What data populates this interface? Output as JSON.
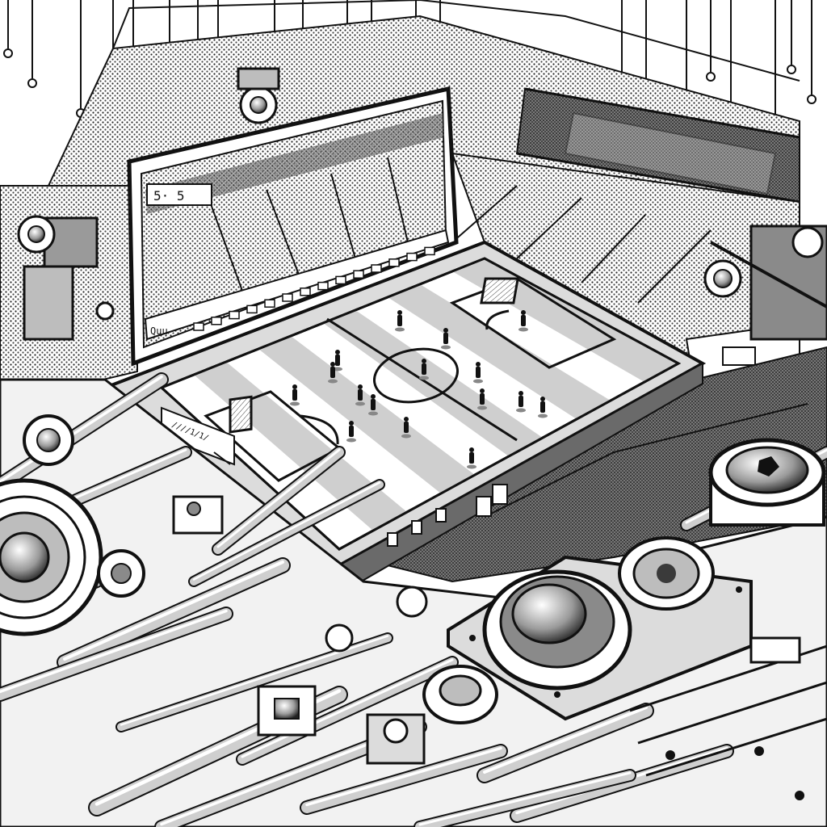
{
  "scene": {
    "subject": "stadium-illustration",
    "palette": {
      "ink": "#111111",
      "paper": "#ffffff",
      "mid": "#8a8a8a",
      "light": "#d6d6d6",
      "dark": "#3a3a3a"
    }
  },
  "scoreboard": {
    "score_text": "5· 5",
    "footer_text": "Quu"
  },
  "field_board": {
    "label": "////1/1/"
  }
}
